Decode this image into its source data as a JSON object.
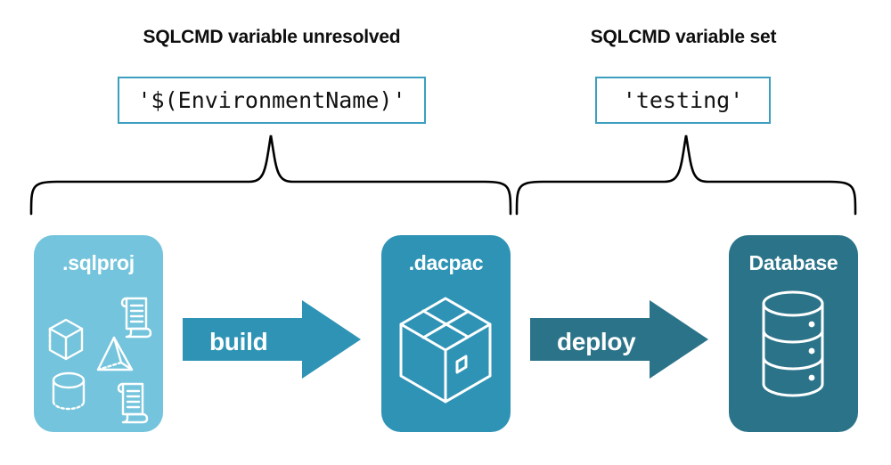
{
  "diagram": {
    "title_left": "SQLCMD variable unresolved",
    "title_right": "SQLCMD variable set",
    "variable_unresolved_value": "'$(EnvironmentName)'",
    "variable_set_value": "'testing'",
    "stages": [
      {
        "label": ".sqlproj",
        "color": "#73c4dc",
        "art": "project-contents-icon"
      },
      {
        "label": ".dacpac",
        "color": "#2e93b5",
        "art": "package-box-icon"
      },
      {
        "label": "Database",
        "color": "#2a7389",
        "art": "database-cylinder-icon"
      }
    ],
    "arrows": [
      {
        "label": "build",
        "color": "#2e93b5"
      },
      {
        "label": "deploy",
        "color": "#2a7389"
      }
    ],
    "brace_left_label": "brace-grouping-sqlproj-to-dacpac",
    "brace_right_label": "brace-grouping-dacpac-to-database",
    "colors": {
      "light_teal": "#73c4dc",
      "mid_teal": "#2e93b5",
      "dark_teal": "#2a7389",
      "box_border": "#3c9fc0",
      "text_dark": "#0e0e0e",
      "brace_stroke": "#000000"
    }
  }
}
